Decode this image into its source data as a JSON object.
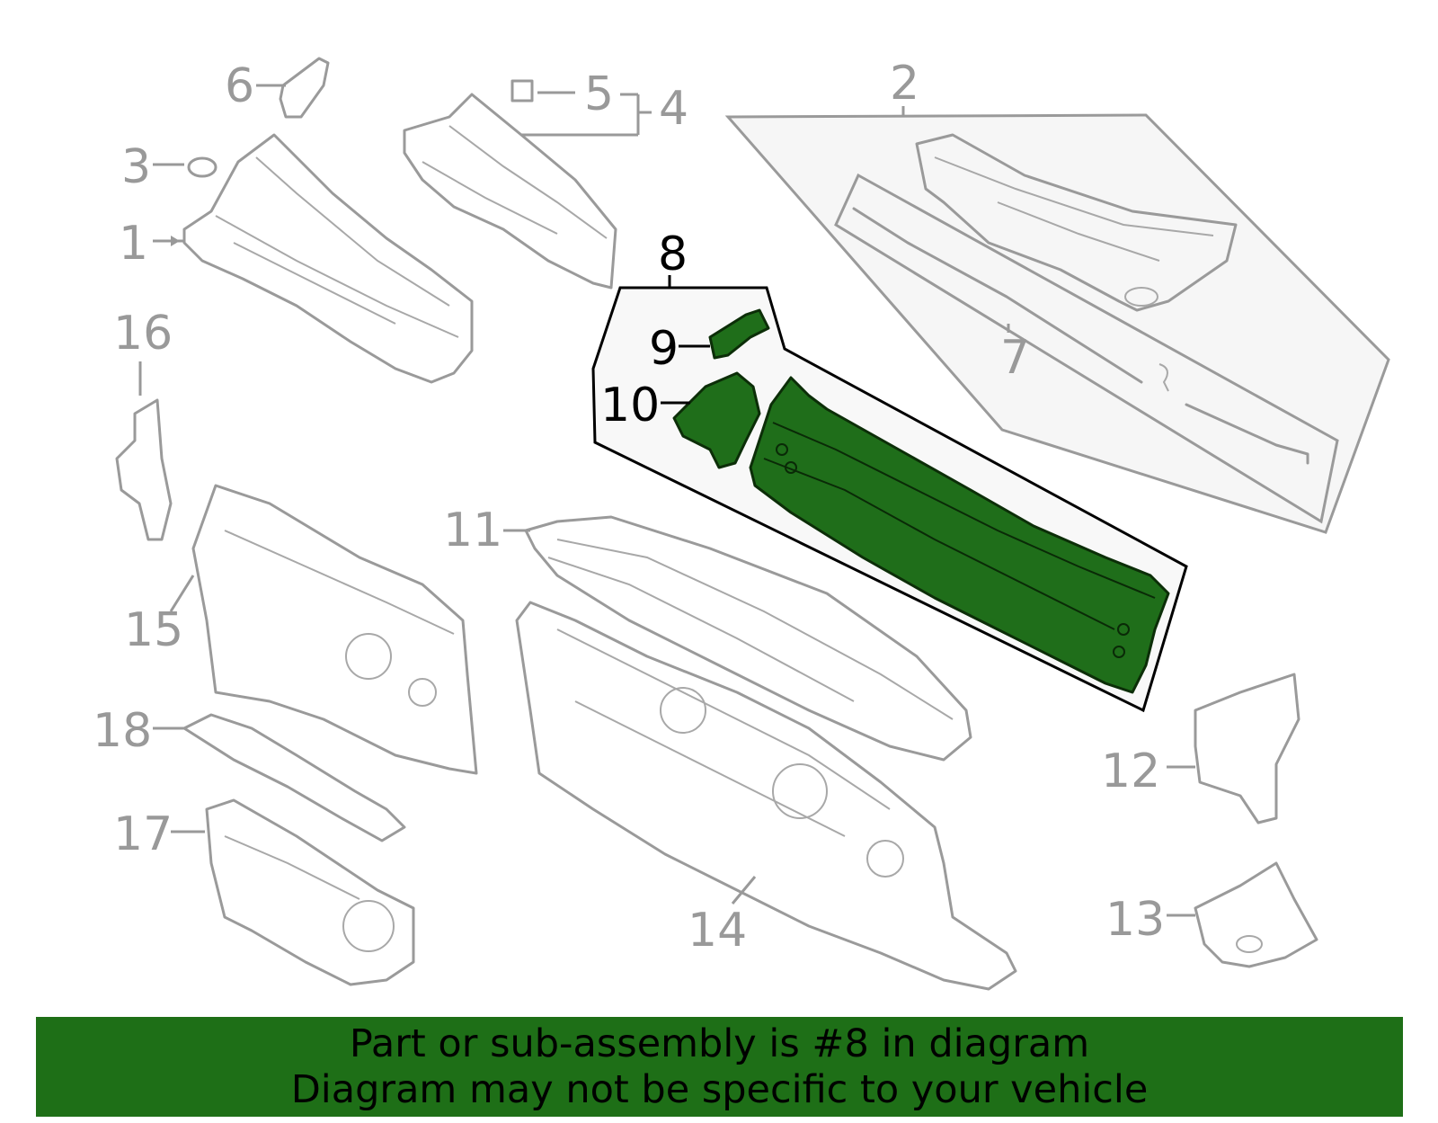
{
  "callouts": {
    "c1": "1",
    "c2": "2",
    "c3": "3",
    "c4": "4",
    "c5": "5",
    "c6": "6",
    "c7": "7",
    "c8": "8",
    "c9": "9",
    "c10": "10",
    "c11": "11",
    "c12": "12",
    "c13": "13",
    "c14": "14",
    "c15": "15",
    "c16": "16",
    "c17": "17",
    "c18": "18"
  },
  "highlight": {
    "part_number": "8",
    "color": "#1f6e1a"
  },
  "banner": {
    "line1": "Part or sub-assembly is #8 in diagram",
    "line2": "Diagram may not be specific to your vehicle",
    "background": "#1e6f17"
  }
}
